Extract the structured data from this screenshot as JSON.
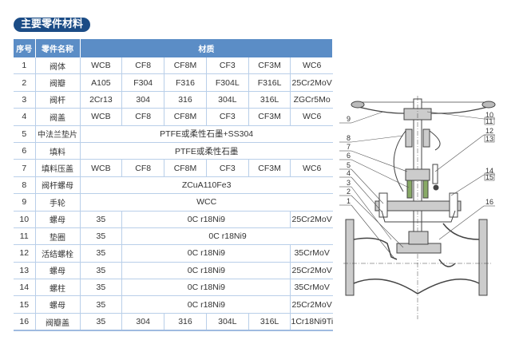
{
  "title": "主要零件材料",
  "headers": {
    "seq": "序号",
    "name": "零件名称",
    "material": "材质"
  },
  "rows": [
    {
      "seq": "1",
      "name": "阀体",
      "cells": [
        {
          "t": "WCB",
          "s": 1
        },
        {
          "t": "CF8",
          "s": 1
        },
        {
          "t": "CF8M",
          "s": 1
        },
        {
          "t": "CF3",
          "s": 1
        },
        {
          "t": "CF3M",
          "s": 1
        },
        {
          "t": "WC6",
          "s": 1
        }
      ]
    },
    {
      "seq": "2",
      "name": "阀瓣",
      "cells": [
        {
          "t": "A105",
          "s": 1
        },
        {
          "t": "F304",
          "s": 1
        },
        {
          "t": "F316",
          "s": 1
        },
        {
          "t": "F304L",
          "s": 1
        },
        {
          "t": "F316L",
          "s": 1
        },
        {
          "t": "25Cr2MoV",
          "s": 1
        }
      ]
    },
    {
      "seq": "3",
      "name": "阀杆",
      "cells": [
        {
          "t": "2Cr13",
          "s": 1
        },
        {
          "t": "304",
          "s": 1
        },
        {
          "t": "316",
          "s": 1
        },
        {
          "t": "304L",
          "s": 1
        },
        {
          "t": "316L",
          "s": 1
        },
        {
          "t": "ZGCr5Mo",
          "s": 1
        }
      ]
    },
    {
      "seq": "4",
      "name": "阀盖",
      "cells": [
        {
          "t": "WCB",
          "s": 1
        },
        {
          "t": "CF8",
          "s": 1
        },
        {
          "t": "CF8M",
          "s": 1
        },
        {
          "t": "CF3",
          "s": 1
        },
        {
          "t": "CF3M",
          "s": 1
        },
        {
          "t": "WC6",
          "s": 1
        }
      ]
    },
    {
      "seq": "5",
      "name": "中法兰垫片",
      "cells": [
        {
          "t": "PTFE或柔性石墨+SS304",
          "s": 6
        }
      ]
    },
    {
      "seq": "6",
      "name": "填料",
      "cells": [
        {
          "t": "PTFE或柔性石墨",
          "s": 6
        }
      ]
    },
    {
      "seq": "7",
      "name": "填料压盖",
      "cells": [
        {
          "t": "WCB",
          "s": 1
        },
        {
          "t": "CF8",
          "s": 1
        },
        {
          "t": "CF8M",
          "s": 1
        },
        {
          "t": "CF3",
          "s": 1
        },
        {
          "t": "CF3M",
          "s": 1
        },
        {
          "t": "WC6",
          "s": 1
        }
      ]
    },
    {
      "seq": "8",
      "name": "阀杆螺母",
      "cells": [
        {
          "t": "ZCuA110Fe3",
          "s": 6
        }
      ]
    },
    {
      "seq": "9",
      "name": "手轮",
      "cells": [
        {
          "t": "WCC",
          "s": 6
        }
      ]
    },
    {
      "seq": "10",
      "name": "螺母",
      "cells": [
        {
          "t": "35",
          "s": 1
        },
        {
          "t": "0C r18Ni9",
          "s": 4
        },
        {
          "t": "25Cr2MoV",
          "s": 1
        }
      ]
    },
    {
      "seq": "11",
      "name": "垫圈",
      "cells": [
        {
          "t": "35",
          "s": 1
        },
        {
          "t": "0C r18Ni9",
          "s": 5
        }
      ]
    },
    {
      "seq": "12",
      "name": "活结螺栓",
      "cells": [
        {
          "t": "35",
          "s": 1
        },
        {
          "t": "0C r18Ni9",
          "s": 4
        },
        {
          "t": "35CrMoV",
          "s": 1
        }
      ]
    },
    {
      "seq": "13",
      "name": "螺母",
      "cells": [
        {
          "t": "35",
          "s": 1
        },
        {
          "t": "0C r18Ni9",
          "s": 4
        },
        {
          "t": "25Cr2MoV",
          "s": 1
        }
      ]
    },
    {
      "seq": "14",
      "name": "螺柱",
      "cells": [
        {
          "t": "35",
          "s": 1
        },
        {
          "t": "0C r18Ni9",
          "s": 4
        },
        {
          "t": "35CrMoV",
          "s": 1
        }
      ]
    },
    {
      "seq": "15",
      "name": "螺母",
      "cells": [
        {
          "t": "35",
          "s": 1
        },
        {
          "t": "0C r18Ni9",
          "s": 4
        },
        {
          "t": "25Cr2MoV",
          "s": 1
        }
      ]
    },
    {
      "seq": "16",
      "name": "阀瓣盖",
      "cells": [
        {
          "t": "35",
          "s": 1
        },
        {
          "t": "304",
          "s": 1
        },
        {
          "t": "316",
          "s": 1
        },
        {
          "t": "304L",
          "s": 1
        },
        {
          "t": "316L",
          "s": 1
        },
        {
          "t": "1Cr18Ni9Ti",
          "s": 1
        }
      ]
    }
  ],
  "diagram": {
    "left_labels": [
      "9",
      "8",
      "7",
      "6",
      "5",
      "4",
      "3",
      "2",
      "1"
    ],
    "right_labels": [
      "10",
      "11",
      "12",
      "13",
      "14",
      "15",
      "16"
    ],
    "boxed": [
      "11",
      "13",
      "15"
    ]
  },
  "colors": {
    "title_bg": "#1b4c86",
    "header_bg": "#5b8dc6",
    "grid": "#b9cfe9"
  }
}
